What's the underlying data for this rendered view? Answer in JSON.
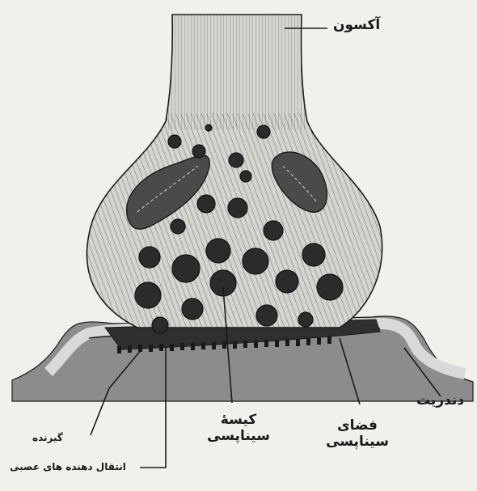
{
  "labels": {
    "axon": "آکسون",
    "receptor": "گیرنده",
    "vesicle": "کیسهٔ سیناپسی",
    "cleft": "فضای سیناپسی",
    "dendrite": "دندریت",
    "neurotransmitter": "انتقال دهنده های عصبی"
  },
  "colors": {
    "background": "#f1f0ec",
    "ink": "#1a1a1a",
    "terminal_fill": "#d6d4cf",
    "hatch": "#3a3a3a",
    "vesicle": "#2b2b2b",
    "mitochondrion": "#4a4a4a",
    "dendrite_gray": "#8c8c8c",
    "dendrite_light": "#d9d9d9"
  }
}
